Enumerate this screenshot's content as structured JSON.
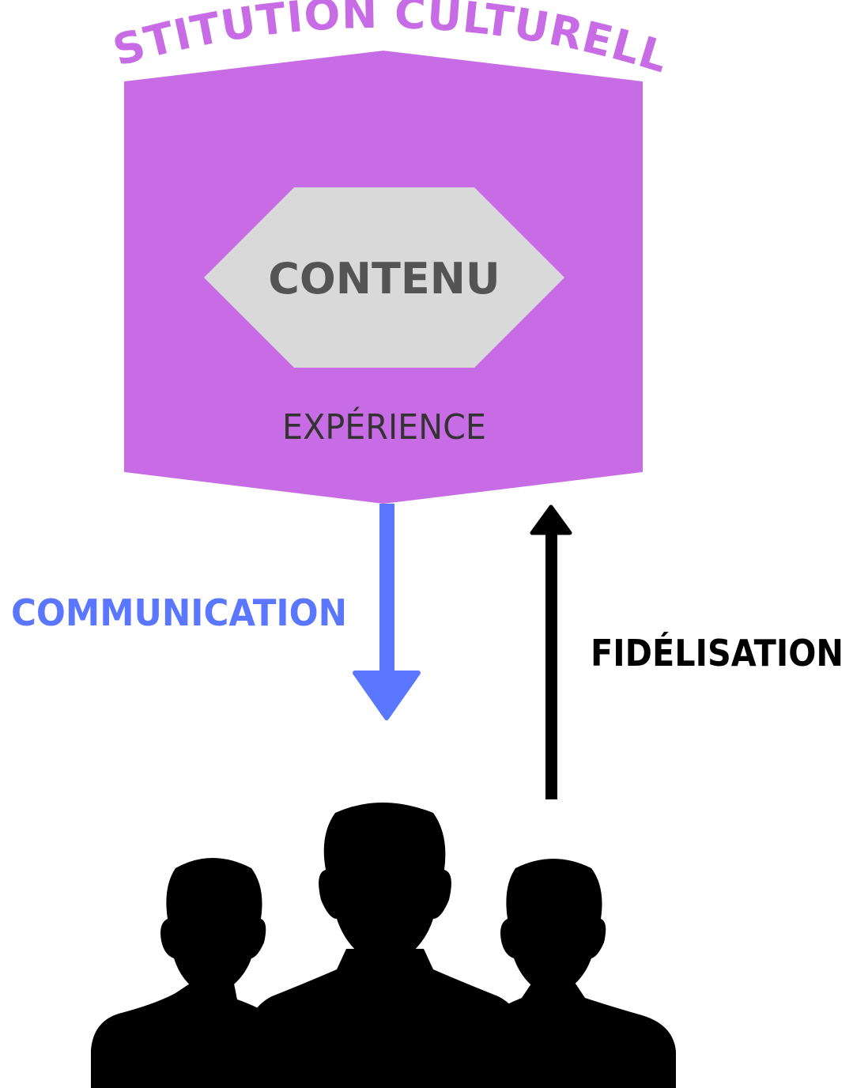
{
  "diagram": {
    "title": "INSTITUTION CULTURELLE",
    "core_label": "CONTENU",
    "experience_label": "EXPÉRIENCE",
    "down_flow_label": "COMMUNICATION",
    "up_flow_label": "FIDÉLISATION",
    "audience_icon": "people-group-icon"
  },
  "colors": {
    "institution": "#c86ce6",
    "title": "#c86ce6",
    "core": "#d9d9d9",
    "core_text": "#545454",
    "experience_text": "#333333",
    "communication": "#5b77ff",
    "fidelisation": "#000000",
    "audience": "#000000"
  }
}
